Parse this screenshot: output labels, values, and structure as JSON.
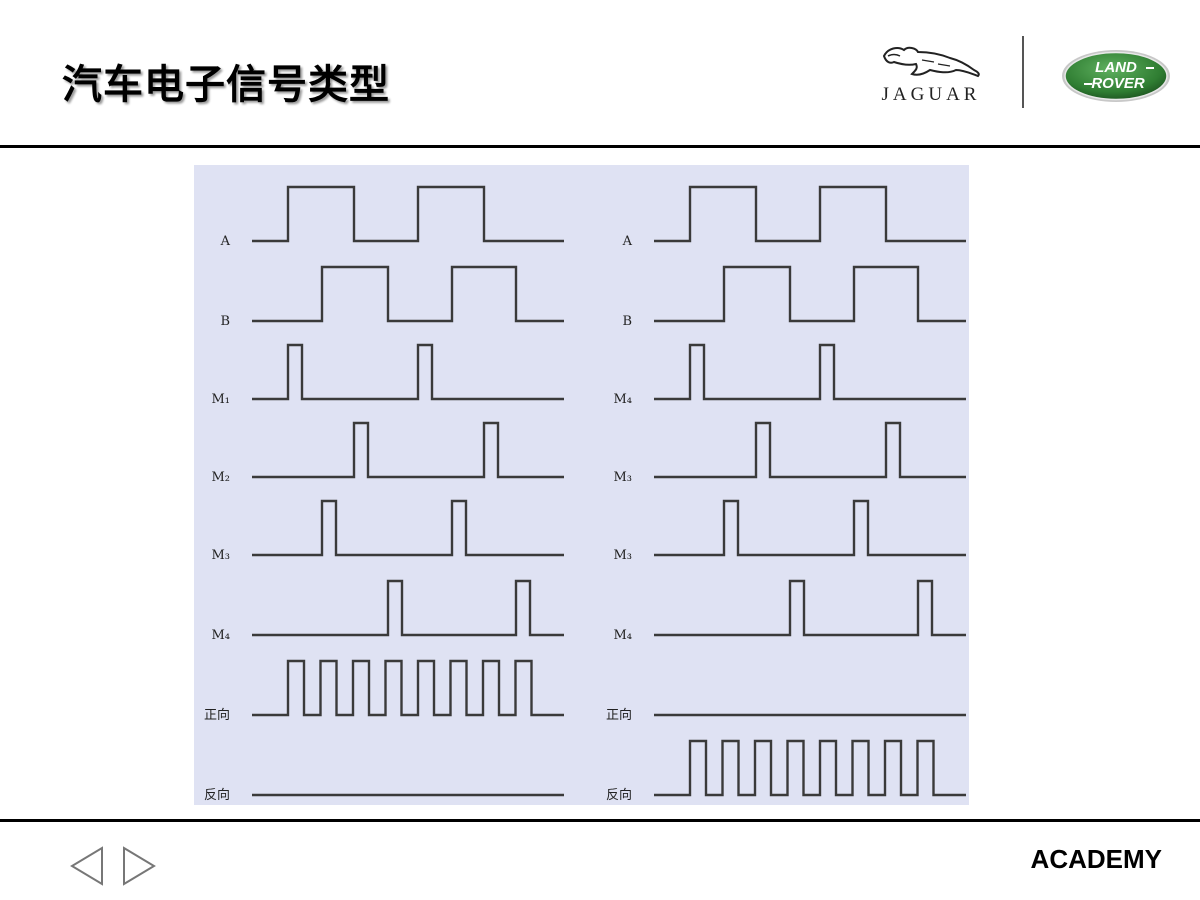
{
  "slide": {
    "title": "汽车电子信号类型",
    "brand_jaguar": "JAGUAR",
    "brand_landrover_line1": "LAND",
    "brand_landrover_line2": "ROVER",
    "footer_label": "ACADEMY"
  },
  "navigation": {
    "prev_icon": "triangle-left-outline",
    "next_icon": "triangle-right-outline"
  },
  "colors": {
    "panel_background": "#dfe2f3",
    "waveform": "#3a3a3a",
    "landrover_green": "#2f7d32"
  },
  "diagram": {
    "columns": [
      {
        "signals": [
          {
            "label": "A",
            "wave": "square"
          },
          {
            "label": "B",
            "wave": "square-lagging"
          },
          {
            "label": "M₁",
            "wave": "pulse-1"
          },
          {
            "label": "M₂",
            "wave": "pulse-2"
          },
          {
            "label": "M₃",
            "wave": "pulse-3"
          },
          {
            "label": "M₄",
            "wave": "pulse-4"
          },
          {
            "label": "正向",
            "wave": "clock"
          },
          {
            "label": "反向",
            "wave": "flat"
          }
        ]
      },
      {
        "signals": [
          {
            "label": "A",
            "wave": "square"
          },
          {
            "label": "B",
            "wave": "square-leading"
          },
          {
            "label": "M₄",
            "wave": "pulse-1"
          },
          {
            "label": "M₃",
            "wave": "pulse-2"
          },
          {
            "label": "M₃",
            "wave": "pulse-3"
          },
          {
            "label": "M₄",
            "wave": "pulse-4"
          },
          {
            "label": "正向",
            "wave": "flat"
          },
          {
            "label": "反向",
            "wave": "clock"
          }
        ]
      }
    ]
  }
}
